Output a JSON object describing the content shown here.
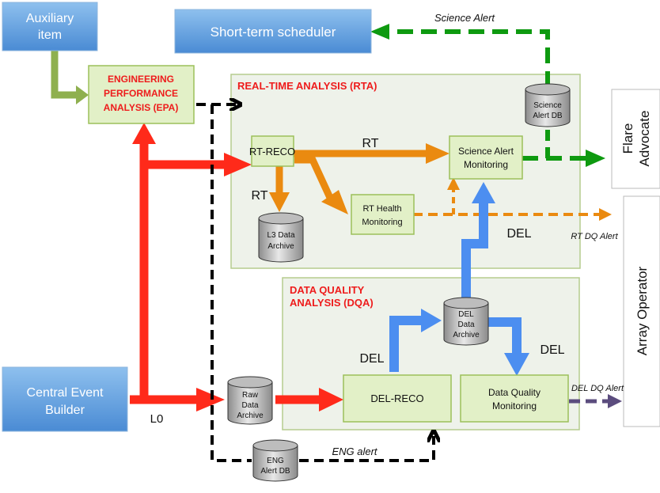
{
  "blue_boxes": {
    "auxiliary": "Auxiliary item",
    "scheduler": "Short-term scheduler",
    "ceb": "Central Event Builder"
  },
  "epa": {
    "line1": "ENGINEERING",
    "line2": "PERFORMANCE",
    "line3": "ANALYSIS (EPA)"
  },
  "rta": {
    "title": "REAL-TIME ANALYSIS (RTA)",
    "rt_reco": "RT-RECO",
    "science_alert_monitoring_1": "Science Alert",
    "science_alert_monitoring_2": "Monitoring",
    "rt_health_1": "RT Health",
    "rt_health_2": "Monitoring"
  },
  "dqa": {
    "title_1": "DATA QUALITY",
    "title_2": "ANALYSIS (DQA)",
    "del_reco": "DEL-RECO",
    "dq_monitoring_1": "Data Quality",
    "dq_monitoring_2": "Monitoring"
  },
  "databases": {
    "science_alert_1": "Science",
    "science_alert_2": "Alert DB",
    "l3_1": "L3 Data",
    "l3_2": "Archive",
    "del_1": "DEL",
    "del_2": "Data",
    "del_3": "Archive",
    "raw_1": "Raw",
    "raw_2": "Data",
    "raw_3": "Archive",
    "eng_1": "ENG",
    "eng_2": "Alert DB"
  },
  "actors": {
    "flare_1": "Flare",
    "flare_2": "Advocate",
    "array_operator": "Array Operator"
  },
  "flow_labels": {
    "science_alert": "Science Alert",
    "rt_top": "RT",
    "rt_left": "RT",
    "del_upper": "DEL",
    "del_left": "DEL",
    "del_right": "DEL",
    "rt_dq_alert": "RT DQ Alert",
    "del_dq_alert": "DEL DQ Alert",
    "eng_alert": "ENG alert",
    "l0": "L0"
  },
  "colors": {
    "blue_box": "#5b9bd5",
    "green_box": "#e2f0c7",
    "region": "#eef2ea",
    "region_border": "#b5cc8e",
    "red": "#ff2a1a",
    "orange": "#ea8a10",
    "blue_arrow": "#4c8ef0",
    "green_dash": "#0e9a10",
    "purple": "#5b4c7e",
    "olive": "#8fb04f",
    "title_red": "#ee1c1c"
  }
}
